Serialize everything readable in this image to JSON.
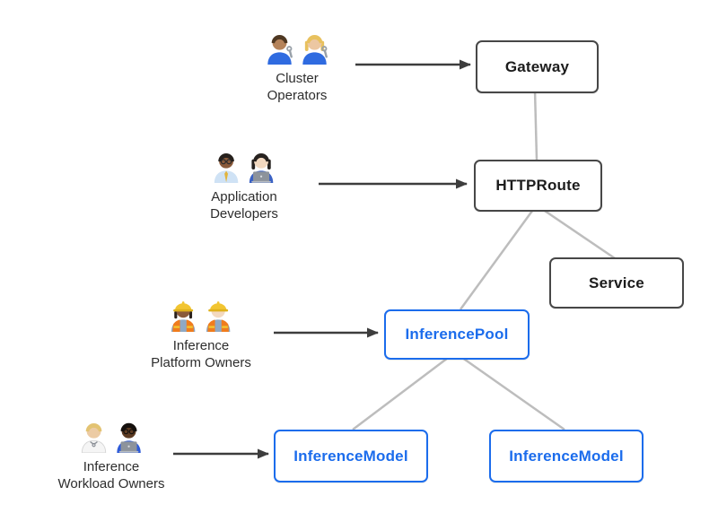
{
  "colors": {
    "background": "#ffffff",
    "node_border_dark": "#474747",
    "node_text_dark": "#1c1c1c",
    "node_border_blue": "#1b6cec",
    "node_text_blue": "#1b6cec",
    "connector": "#bdbdbd",
    "arrow": "#3d3d3d",
    "label_text": "#2d2d2d"
  },
  "personas": [
    {
      "id": "cluster-operators",
      "label_lines": [
        "Cluster",
        "Operators"
      ],
      "emoji": "👨🏽‍🔧 👩🏼‍🔧",
      "icon": "mechanics-emoji-icon",
      "points_to": "gateway"
    },
    {
      "id": "application-developers",
      "label_lines": [
        "Application",
        "Developers"
      ],
      "emoji": "👨🏾‍💼 👩🏻‍💻",
      "icon": "office-worker-and-technologist-emoji-icon",
      "points_to": "httproute"
    },
    {
      "id": "inference-platform-owners",
      "label_lines": [
        "Inference",
        "Platform Owners"
      ],
      "emoji": "👷🏾‍♀️ 👷🏻",
      "icon": "construction-workers-emoji-icon",
      "points_to": "inferencepool"
    },
    {
      "id": "inference-workload-owners",
      "label_lines": [
        "Inference",
        "Workload Owners"
      ],
      "emoji": "🧑🏼‍⚕️ 👨🏿‍💻",
      "icon": "health-worker-and-technologist-emoji-icon",
      "points_to": "inferencemodel-1"
    }
  ],
  "resources": [
    {
      "id": "gateway",
      "label": "Gateway",
      "style": "dark"
    },
    {
      "id": "httproute",
      "label": "HTTPRoute",
      "style": "dark"
    },
    {
      "id": "service",
      "label": "Service",
      "style": "dark"
    },
    {
      "id": "inferencepool",
      "label": "InferencePool",
      "style": "blue"
    },
    {
      "id": "inferencemodel-1",
      "label": "InferenceModel",
      "style": "blue"
    },
    {
      "id": "inferencemodel-2",
      "label": "InferenceModel",
      "style": "blue"
    }
  ],
  "edges": [
    {
      "from": "gateway",
      "to": "httproute",
      "type": "line"
    },
    {
      "from": "httproute",
      "to": "service",
      "type": "line"
    },
    {
      "from": "httproute",
      "to": "inferencepool",
      "type": "line"
    },
    {
      "from": "inferencepool",
      "to": "inferencemodel-1",
      "type": "line"
    },
    {
      "from": "inferencepool",
      "to": "inferencemodel-2",
      "type": "line"
    },
    {
      "from": "cluster-operators",
      "to": "gateway",
      "type": "arrow"
    },
    {
      "from": "application-developers",
      "to": "httproute",
      "type": "arrow"
    },
    {
      "from": "inference-platform-owners",
      "to": "inferencepool",
      "type": "arrow"
    },
    {
      "from": "inference-workload-owners",
      "to": "inferencemodel-1",
      "type": "arrow"
    }
  ]
}
